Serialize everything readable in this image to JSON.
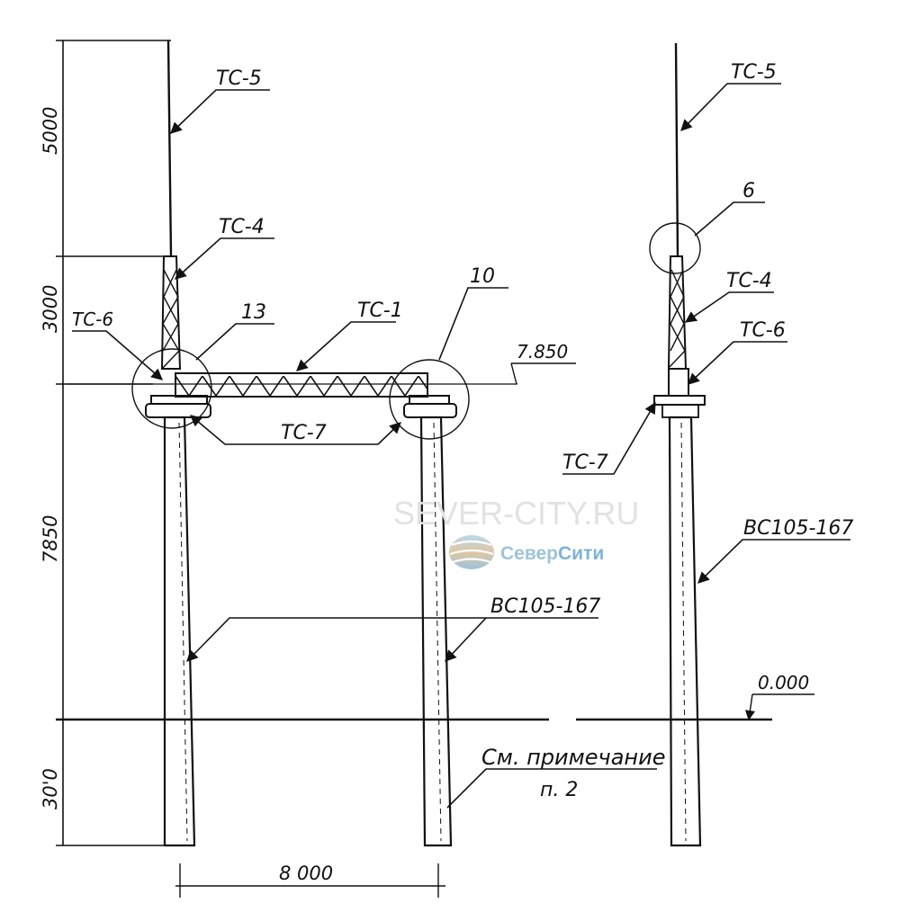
{
  "colors": {
    "ink": "#111111",
    "watermark": "#e2e2e2",
    "brand": "#9ec3da",
    "background": "#ffffff"
  },
  "icons": {
    "logo": "globe-logo-icon"
  },
  "labels": {
    "tc5_left": "TC-5",
    "tc4_left": "TC-4",
    "tc6_left": "TC-6",
    "node13": "13",
    "tc1": "TC-1",
    "node10": "10",
    "tc7_left": "TC-7",
    "bc_left": "BC105-167",
    "note_line1": "См. примечание",
    "note_line2": "п. 2",
    "tc5_right": "TC-5",
    "node6": "6",
    "tc4_right": "TC-4",
    "tc6_right": "TC-6",
    "tc7_right": "TC-7",
    "bc_right": "BC105-167"
  },
  "levels": {
    "top_mark": "7.850",
    "ground_mark": "0.000"
  },
  "dimensions": {
    "d5000": "5000",
    "d3000": "3000",
    "d7850": "7850",
    "d3000b": "30'0",
    "span": "8 000"
  },
  "watermark": {
    "site": "SEVER-CITY.RU",
    "brand_part1": "Север",
    "brand_part2": "Сити"
  }
}
